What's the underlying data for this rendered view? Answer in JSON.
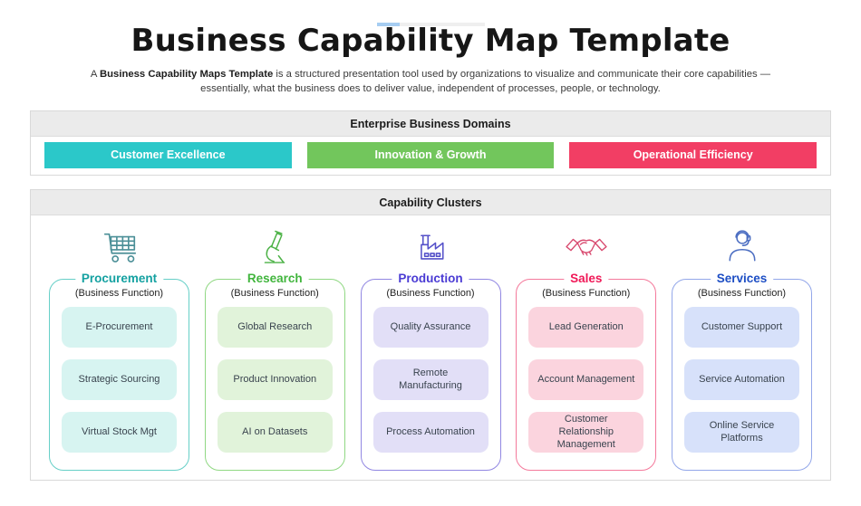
{
  "page": {
    "title": "Business Capability Map Template",
    "subtitle_prefix": "A ",
    "subtitle_bold": "Business Capability Maps Template",
    "subtitle_rest": " is a structured presentation tool used by organizations to visualize and communicate their core capabilities —",
    "subtitle_line2": "essentially, what the business does to deliver value, independent of processes, people, or technology."
  },
  "domains_section": {
    "header": "Enterprise Business Domains",
    "domains": [
      {
        "label": "Customer Excellence",
        "color": "#2bc8c9"
      },
      {
        "label": "Innovation & Growth",
        "color": "#72c65c"
      },
      {
        "label": "Operational Efficiency",
        "color": "#f23e64"
      }
    ]
  },
  "clusters_section": {
    "header": "Capability Clusters",
    "clusters": [
      {
        "name": "Procurement",
        "subtitle": "(Business Function)",
        "icon": "shopping-cart-icon",
        "title_color": "#14a1a1",
        "border_color": "#66cfc7",
        "card_bg": "#d7f4f1",
        "icon_color": "#4b8f97",
        "capabilities": [
          "E-Procurement",
          "Strategic Sourcing",
          "Virtual Stock Mgt"
        ]
      },
      {
        "name": "Research",
        "subtitle": "(Business Function)",
        "icon": "microscope-icon",
        "title_color": "#41b53d",
        "border_color": "#90d883",
        "card_bg": "#e1f3da",
        "icon_color": "#4cb246",
        "capabilities": [
          "Global Research",
          "Product Innovation",
          "AI on Datasets"
        ]
      },
      {
        "name": "Production",
        "subtitle": "(Business Function)",
        "icon": "factory-icon",
        "title_color": "#4a3bd4",
        "border_color": "#9187e2",
        "card_bg": "#e2dff7",
        "icon_color": "#5551c9",
        "capabilities": [
          "Quality Assurance",
          "Remote Manufacturing",
          "Process Automation"
        ]
      },
      {
        "name": "Sales",
        "subtitle": "(Business Function)",
        "icon": "handshake-icon",
        "title_color": "#f01857",
        "border_color": "#f4799b",
        "card_bg": "#fbd4de",
        "icon_color": "#d8496e",
        "capabilities": [
          "Lead Generation",
          "Account Management",
          "Customer Relationship Management"
        ]
      },
      {
        "name": "Services",
        "subtitle": "(Business Function)",
        "icon": "headset-person-icon",
        "title_color": "#1d4ec4",
        "border_color": "#93a7e9",
        "card_bg": "#d7e1fa",
        "icon_color": "#4c6ec2",
        "capabilities": [
          "Customer Support",
          "Service Automation",
          "Online Service Platforms"
        ]
      }
    ]
  }
}
